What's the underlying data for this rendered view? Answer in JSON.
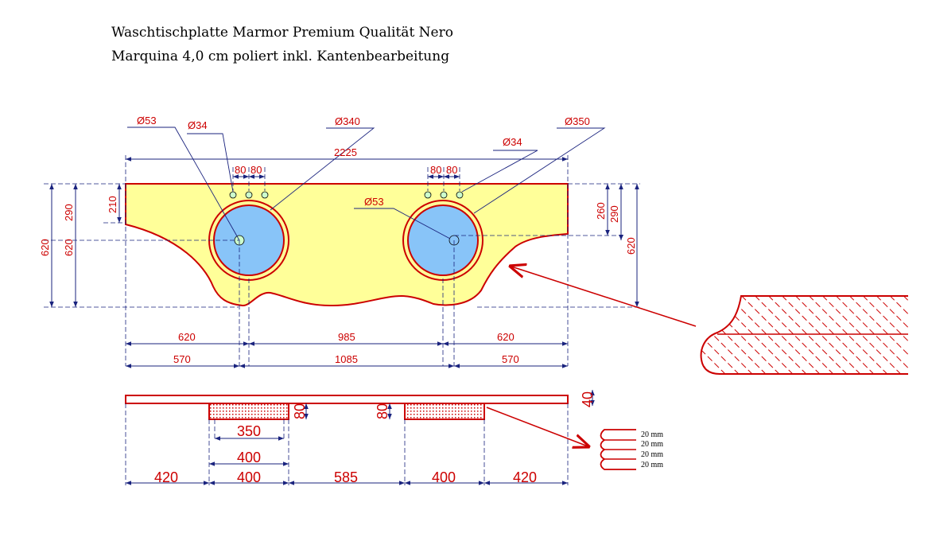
{
  "title": {
    "line1": "Waschtischplatte Marmor Premium Qualität Nero",
    "line2": "Marquina 4,0 cm poliert inkl. Kantenbearbeitung"
  },
  "colors": {
    "slab": "#ffff99",
    "sink": "#88c4f8",
    "outline": "#cc0000",
    "dimension_line": "#1a237e"
  },
  "top_view": {
    "callouts": {
      "left_drain": "Ø53",
      "left_tap_holes": "Ø34",
      "left_basin": "Ø340",
      "right_basin": "Ø350",
      "right_tap_holes": "Ø34",
      "right_drain": "Ø53"
    },
    "overall_width": "2225",
    "left_tap_spacing": [
      "80",
      "80"
    ],
    "right_tap_spacing": [
      "80",
      "80"
    ],
    "left_heights": [
      "620",
      "620",
      "290",
      "210"
    ],
    "right_heights": [
      "260",
      "290",
      "620"
    ],
    "bottom_row1": [
      "620",
      "985",
      "620"
    ],
    "bottom_row2": [
      "570",
      "1085",
      "570"
    ]
  },
  "front_view": {
    "thickness": "40",
    "sink_depth_left": "80",
    "sink_depth_right": "80",
    "inner_width": "350",
    "outer_width": "400",
    "bottom_row": [
      "420",
      "400",
      "585",
      "400",
      "420"
    ]
  },
  "edge_layers": [
    "20 mm",
    "20 mm",
    "20 mm",
    "20 mm"
  ]
}
